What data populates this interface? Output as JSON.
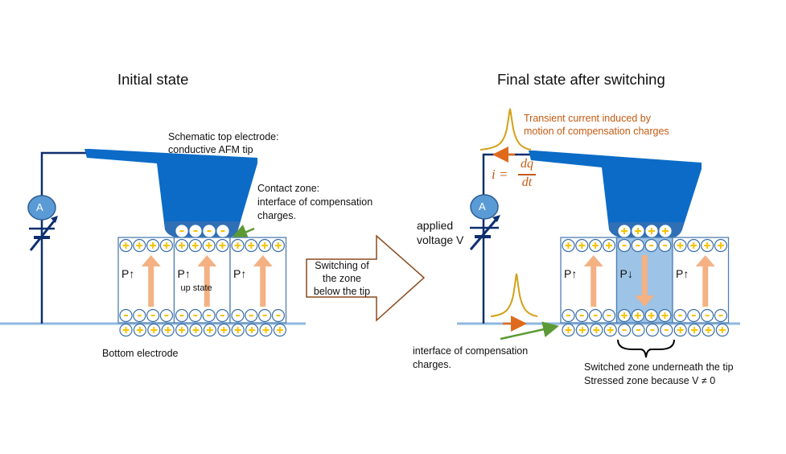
{
  "colors": {
    "tip_blue": "#0b6bc7",
    "tip_lower": "#2f6fb5",
    "circuit_navy": "#0d2f6e",
    "ammeter_fill": "#5b9bd5",
    "electrode_line": "#8fb8e0",
    "cell_border": "#4f7fb3",
    "switched_cell": "#9dc3e6",
    "polarization_arrow": "#f4b183",
    "charge_sign": "#f5c400",
    "transient_peak": "#d4a017",
    "current_arrow": "#e06a1b",
    "pointer_green": "#5b9a34",
    "switch_arrow_outline": "#8b4a1c",
    "annotation_orange": "#c55a11"
  },
  "left_panel": {
    "title": "Initial state",
    "tip_label_line1": "Schematic top electrode:",
    "tip_label_line2": "conductive AFM tip",
    "contact_label_line1": "Contact zone:",
    "contact_label_line2": "interface of compensation",
    "contact_label_line3": "charges.",
    "ammeter_symbol": "A",
    "tip_charges": [
      "-",
      "-",
      "-",
      "-"
    ],
    "domains": [
      {
        "label": "P↑",
        "direction": "up",
        "top_charges": "+",
        "bottom_charges": "-"
      },
      {
        "label": "P↑",
        "direction": "up",
        "top_charges": "+",
        "bottom_charges": "-",
        "sublabel": "up state"
      },
      {
        "label": "P↑",
        "direction": "up",
        "top_charges": "+",
        "bottom_charges": "-"
      }
    ],
    "electrode_charges": [
      "+",
      "+",
      "+",
      "+",
      "+",
      "+",
      "+",
      "+",
      "+",
      "+",
      "+",
      "+"
    ],
    "bottom_label": "Bottom electrode"
  },
  "switch_arrow": {
    "line1": "Switching of",
    "line2": "the zone",
    "line3": "below the tip"
  },
  "right_panel": {
    "title": "Final state after switching",
    "transient_line1": "Transient current induced by",
    "transient_line2": "motion of compensation charges",
    "current_eq_lhs": "i =",
    "current_eq_num": "dq",
    "current_eq_den": "dt",
    "ammeter_symbol": "A",
    "voltage_line1": "applied",
    "voltage_line2": "voltage V",
    "tip_charges": [
      "+",
      "+",
      "+",
      "+"
    ],
    "domains": [
      {
        "label": "P↑",
        "direction": "up",
        "top_charges": "+",
        "bottom_charges": "-"
      },
      {
        "label": "P↓",
        "direction": "down",
        "top_charges": "-",
        "bottom_charges": "+",
        "switched": true
      },
      {
        "label": "P↑",
        "direction": "up",
        "top_charges": "+",
        "bottom_charges": "-"
      }
    ],
    "electrode_charges": [
      "+",
      "+",
      "+",
      "+",
      "-",
      "-",
      "-",
      "-",
      "+",
      "+",
      "+",
      "+"
    ],
    "interface_line1": "interface of compensation",
    "interface_line2": "charges.",
    "switched_line1": "Switched zone underneath the tip",
    "switched_line2": "Stressed zone because V ≠ 0"
  }
}
